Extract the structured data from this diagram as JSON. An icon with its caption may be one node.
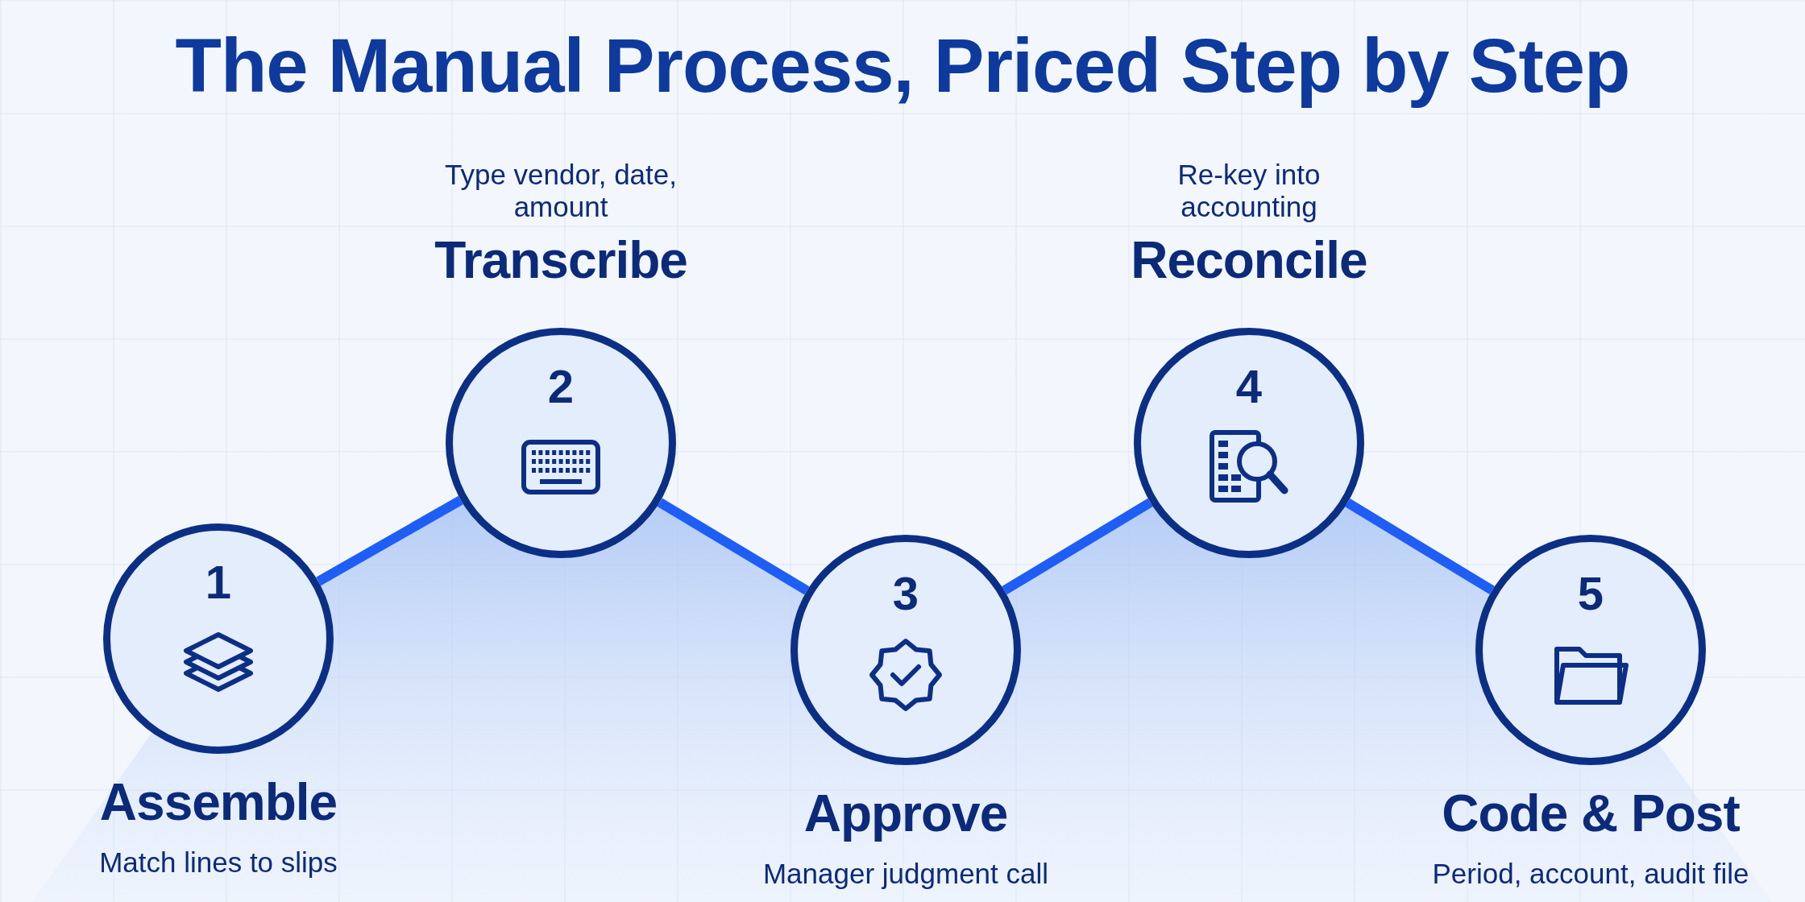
{
  "diagram": {
    "title": "The Manual Process, Priced Step by Step",
    "nodes": [
      {
        "text": [
          "1",
          "Assemble",
          "Match lines to slips"
        ]
      },
      {
        "text": [
          "Type vendor, date, amount",
          "Transcribe",
          "2"
        ]
      },
      {
        "text": [
          "3",
          "Approve",
          "Manager judgment call"
        ]
      },
      {
        "text": [
          "Re-key into accounting",
          "Reconcile",
          "4"
        ]
      },
      {
        "text": [
          "5",
          "Code & Post",
          "Period, account, audit file"
        ]
      }
    ],
    "edges": [
      {
        "from": 0,
        "to": 1,
        "arrow": "none"
      },
      {
        "from": 1,
        "to": 2,
        "arrow": "none"
      },
      {
        "from": 2,
        "to": 3,
        "arrow": "none"
      },
      {
        "from": 3,
        "to": 4,
        "arrow": "none"
      }
    ]
  }
}
